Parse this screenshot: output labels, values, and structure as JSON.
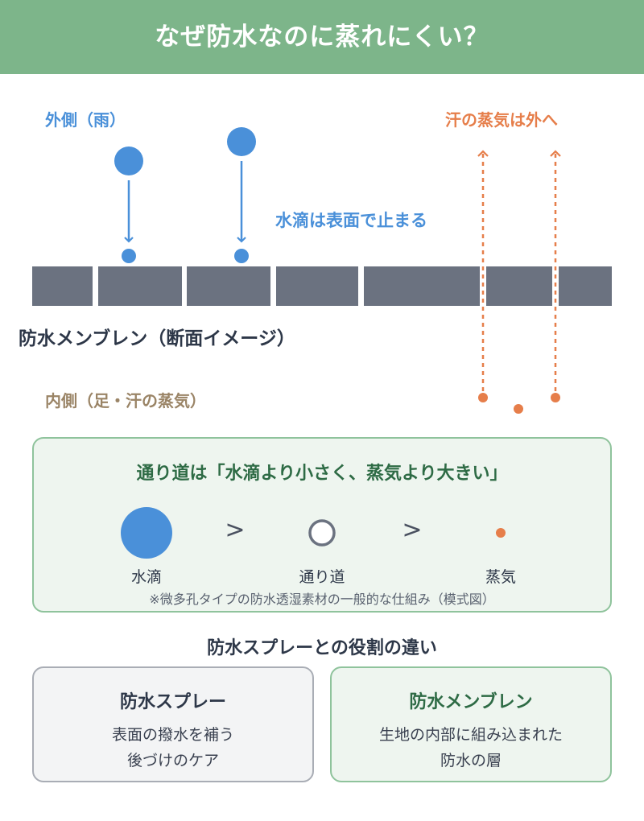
{
  "header": {
    "title": "なぜ防水なのに蒸れにくい？"
  },
  "diagram": {
    "outside_label": "外側（雨）",
    "sweat_out_label": "汗の蒸気は外へ",
    "water_stop_label": "水滴は表面で止まる",
    "membrane_label": "防水メンブレン（断面イメージ）",
    "inside_label": "内側（足・汗の蒸気）"
  },
  "comparison": {
    "title": "通り道は「水滴より小さく、蒸気より大きい」",
    "gt_symbol": ">",
    "water_label": "水滴",
    "pore_label": "通り道",
    "vapor_label": "蒸気",
    "note": "※微多孔タイプの防水透湿素材の一般的な仕組み（模式図）"
  },
  "roles": {
    "title": "防水スプレーとの役割の違い",
    "spray": {
      "title": "防水スプレー",
      "line1": "表面の撥水を補う",
      "line2": "後づけのケア"
    },
    "membrane": {
      "title": "防水メンブレン",
      "line1": "生地の内部に組み込まれた",
      "line2": "防水の層"
    }
  },
  "colors": {
    "header_bg": "#7db58a",
    "water": "#4a90d9",
    "vapor": "#e67e4a",
    "membrane": "#6b7280",
    "green_text": "#2e6b45"
  }
}
